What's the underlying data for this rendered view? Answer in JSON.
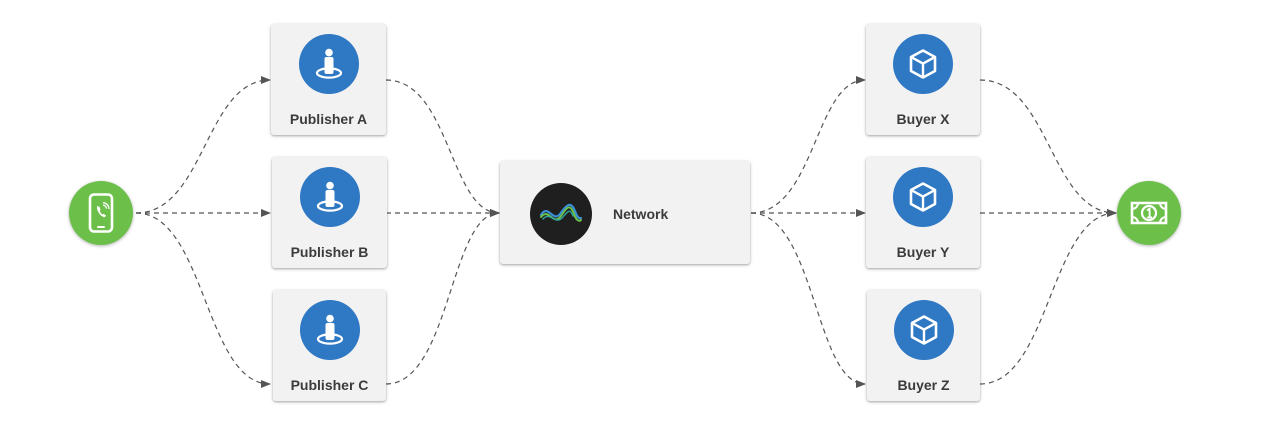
{
  "source": {
    "icon": "phone-call-icon",
    "color": "#6cc04a"
  },
  "publishers": [
    {
      "label": "Publisher A",
      "icon": "person-pin-icon"
    },
    {
      "label": "Publisher B",
      "icon": "person-pin-icon"
    },
    {
      "label": "Publisher C",
      "icon": "person-pin-icon"
    }
  ],
  "network": {
    "label": "Network",
    "icon": "wave-logo-icon"
  },
  "buyers": [
    {
      "label": "Buyer X",
      "icon": "cube-icon"
    },
    {
      "label": "Buyer Y",
      "icon": "cube-icon"
    },
    {
      "label": "Buyer Z",
      "icon": "cube-icon"
    }
  ],
  "sink": {
    "icon": "money-bill-icon",
    "color": "#6cc04a"
  },
  "colors": {
    "node_icon_bg": "#2f78c4",
    "card_bg": "#f2f2f2",
    "edge": "#555555",
    "terminal": "#6cc04a"
  }
}
